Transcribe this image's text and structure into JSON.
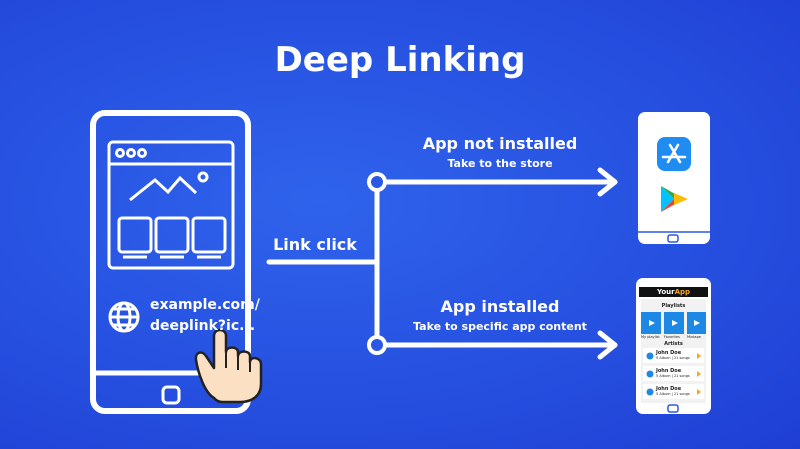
{
  "title": "Deep Linking",
  "link_click": "Link click",
  "url_line1": "example.com/",
  "url_line2": "deeplink?ic...",
  "branch_top": {
    "label": "App not installed",
    "sublabel": "Take to the store"
  },
  "branch_bottom": {
    "label": "App installed",
    "sublabel": "Take to specific app content"
  },
  "app_screen": {
    "brand_prefix": "Your",
    "brand_suffix": "App",
    "playlists_header": "Playlists",
    "playlist_captions": [
      "My playlist",
      "Favorites",
      "Mixtape"
    ],
    "artists_header": "Artists",
    "artists": [
      {
        "name": "John Doe",
        "meta": "5 Album | 21 songs"
      },
      {
        "name": "John Doe",
        "meta": "5 Album | 21 songs"
      },
      {
        "name": "John Doe",
        "meta": "5 Album | 21 songs"
      }
    ]
  },
  "colors": {
    "background": "#2650e0",
    "line": "#ffffff",
    "appstore": "#1e8cf0",
    "accent": "#f5a623"
  },
  "icons": [
    "globe-icon",
    "hand-pointer-icon",
    "app-store-icon",
    "play-store-icon",
    "arrow-right-icon"
  ]
}
